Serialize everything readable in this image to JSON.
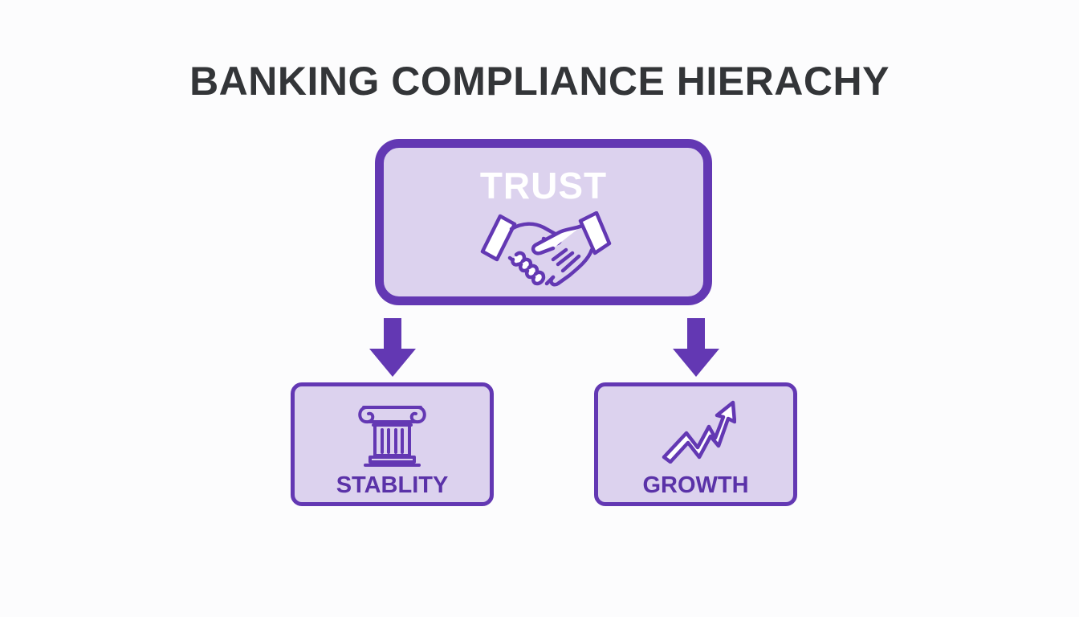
{
  "title": "BANKING COMPLIANCE HIERACHY",
  "nodes": {
    "top": {
      "label": "TRUST",
      "icon": "handshake-icon"
    },
    "left": {
      "label": "STABLITY",
      "icon": "pillar-icon"
    },
    "right": {
      "label": "GROWTH",
      "icon": "trending-up-icon"
    }
  },
  "edges": [
    {
      "from": "TRUST",
      "to": "STABLITY"
    },
    {
      "from": "TRUST",
      "to": "GROWTH"
    }
  ],
  "colors": {
    "accent": "#6338b3",
    "box_fill": "#dcd2ee",
    "label_dark": "#5a32a8",
    "title": "#333538",
    "background": "#fcfcfd"
  }
}
